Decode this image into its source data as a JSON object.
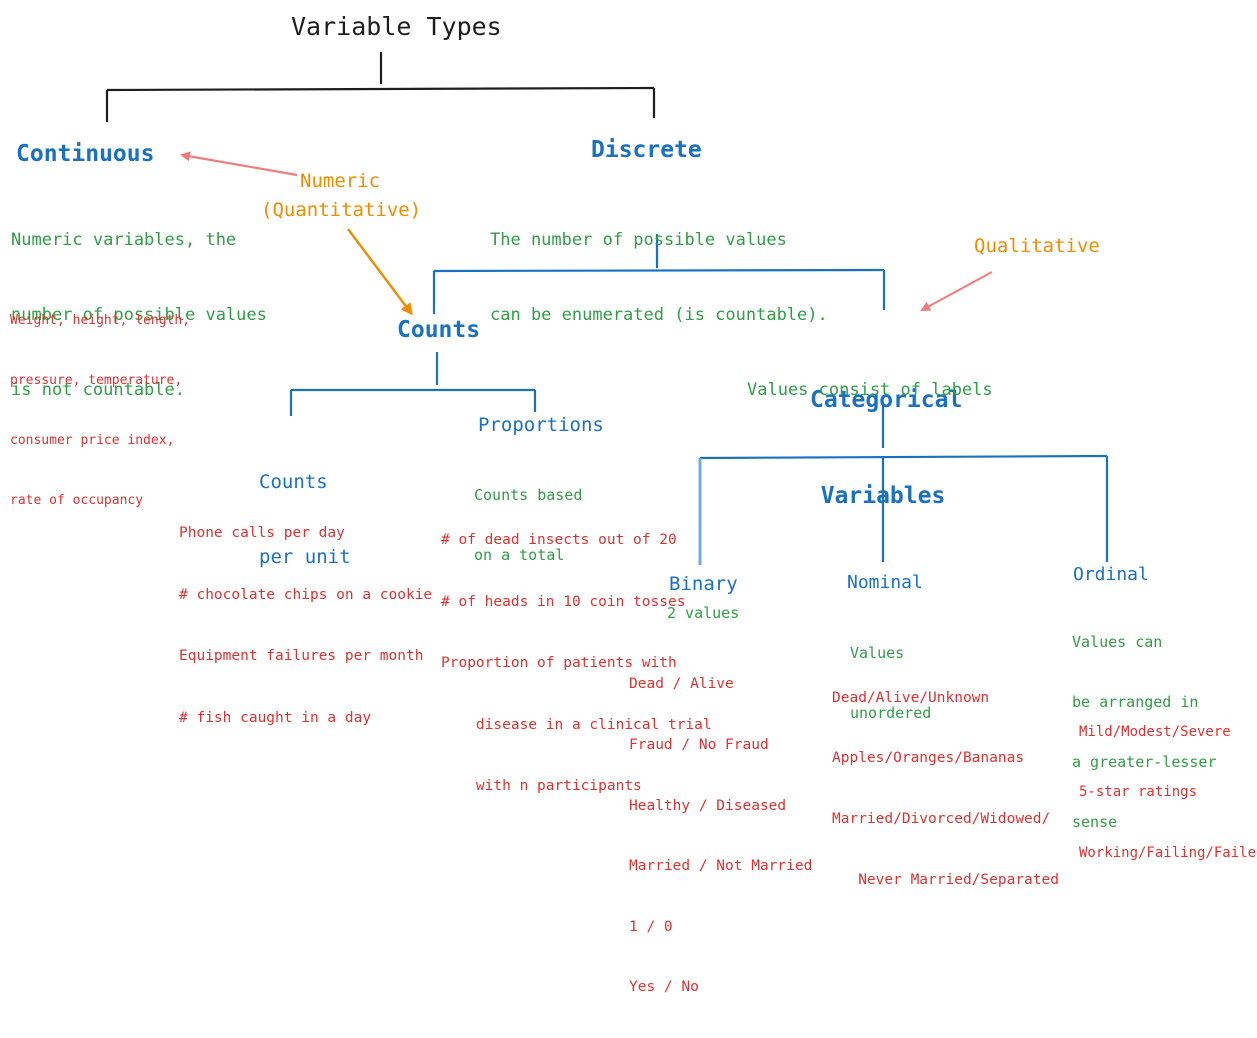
{
  "title": "Variable Types",
  "continuous": {
    "heading": "Continuous",
    "description": [
      "Numeric variables, the",
      "number of possible values",
      "is not countable."
    ],
    "examples": [
      "Weight, height, length,",
      "pressure, temperature,",
      "consumer price index,",
      "rate of occupancy"
    ]
  },
  "discrete": {
    "heading": "Discrete",
    "description": [
      "The number of possible values",
      "can be enumerated (is countable)."
    ]
  },
  "numeric_label": [
    "Numeric",
    "(Quantitative)"
  ],
  "qualitative_label": "Qualitative",
  "counts": {
    "heading": "Counts"
  },
  "categorical": {
    "heading": [
      "Categorical",
      "Variables"
    ],
    "description": "Values consist of labels"
  },
  "counts_per_unit": {
    "heading": [
      "Counts",
      "per unit"
    ],
    "examples": [
      "Phone calls per day",
      "# chocolate chips on a cookie",
      "Equipment failures per month",
      "# fish caught in a day"
    ]
  },
  "proportions": {
    "heading": "Proportions",
    "description": [
      "Counts based",
      "on a total"
    ],
    "examples": [
      "# of dead insects out of 20",
      "# of heads in 10 coin tosses",
      "Proportion of patients with",
      "    disease in a clinical trial",
      "    with n participants"
    ]
  },
  "binary": {
    "heading": "Binary",
    "description": "2 values",
    "examples": [
      "Dead / Alive",
      "Fraud / No Fraud",
      "Healthy / Diseased",
      "Married / Not Married",
      "1 / 0",
      "Yes / No"
    ]
  },
  "nominal": {
    "heading": "Nominal",
    "description": [
      "Values",
      "unordered"
    ],
    "examples": [
      "Dead/Alive/Unknown",
      "Apples/Oranges/Bananas",
      "Married/Divorced/Widowed/",
      "   Never Married/Separated"
    ]
  },
  "ordinal": {
    "heading": "Ordinal",
    "description": [
      "Values can",
      "be arranged in",
      "a greater-lesser",
      "sense"
    ],
    "examples": [
      "Mild/Modest/Severe",
      "5-star ratings",
      "Working/Failing/Failed"
    ]
  },
  "colors": {
    "title": "#1e1e1e",
    "heading": "#1971c2",
    "description": "#2f9e44",
    "example": "#e03131",
    "annotation": "#f08c00",
    "annotation_arrow": "#f08c8c"
  }
}
